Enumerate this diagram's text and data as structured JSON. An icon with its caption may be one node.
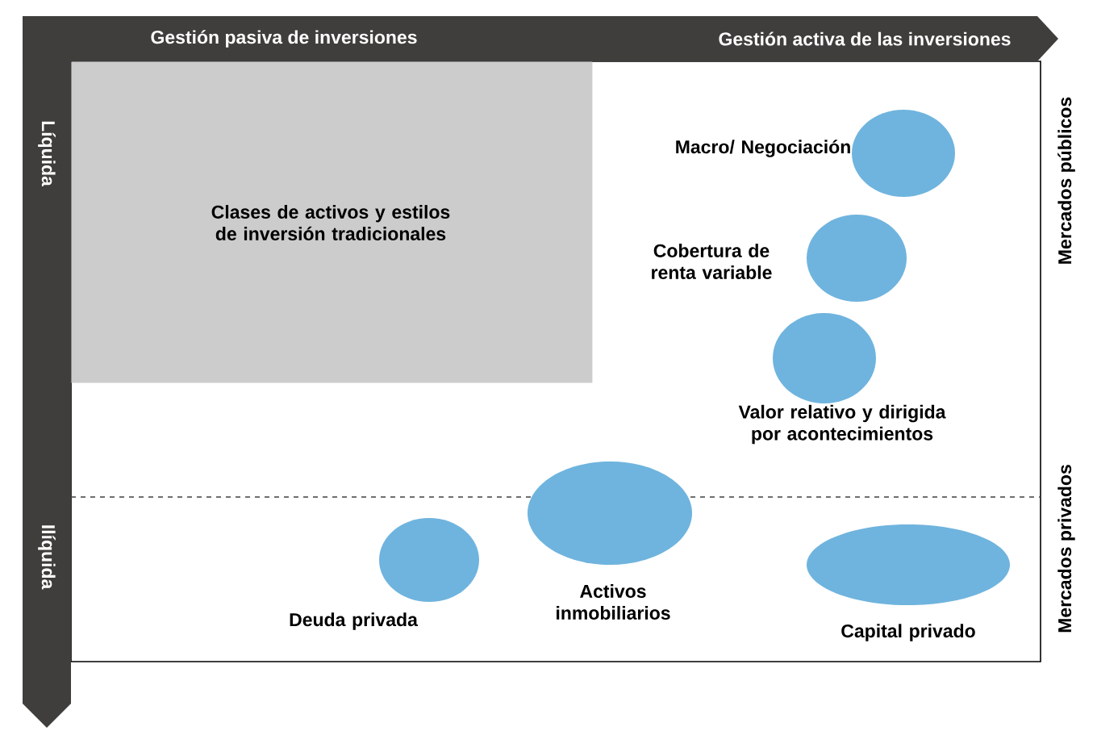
{
  "diagram": {
    "nodes": [
      {
        "text": [
          "Clases de activos y estilos de inversión tradicionales"
        ]
      },
      {
        "text": [],
        "shape": "circle",
        "beside": [
          "Macro/ Negociación"
        ]
      },
      {
        "text": [],
        "shape": "circle",
        "beside": [
          "Cobertura de renta variable"
        ]
      },
      {
        "text": [],
        "shape": "circle",
        "beside": [
          "Valor relativo y dirigida por acontecimientos"
        ]
      },
      {
        "text": [],
        "shape": "circle",
        "beside": [
          "Activos inmobiliarios"
        ]
      },
      {
        "text": [],
        "shape": "circle",
        "beside": [
          "Deuda privada"
        ]
      },
      {
        "text": [],
        "shape": "circle",
        "beside": [
          "Capital privado"
        ]
      }
    ],
    "edges": [],
    "labels": [
      "Gestión pasiva de inversiones",
      "Gestión activa de las inversiones",
      "Líquida",
      "Mercados públicos",
      "Ilíquida",
      "Mercados privados"
    ]
  }
}
